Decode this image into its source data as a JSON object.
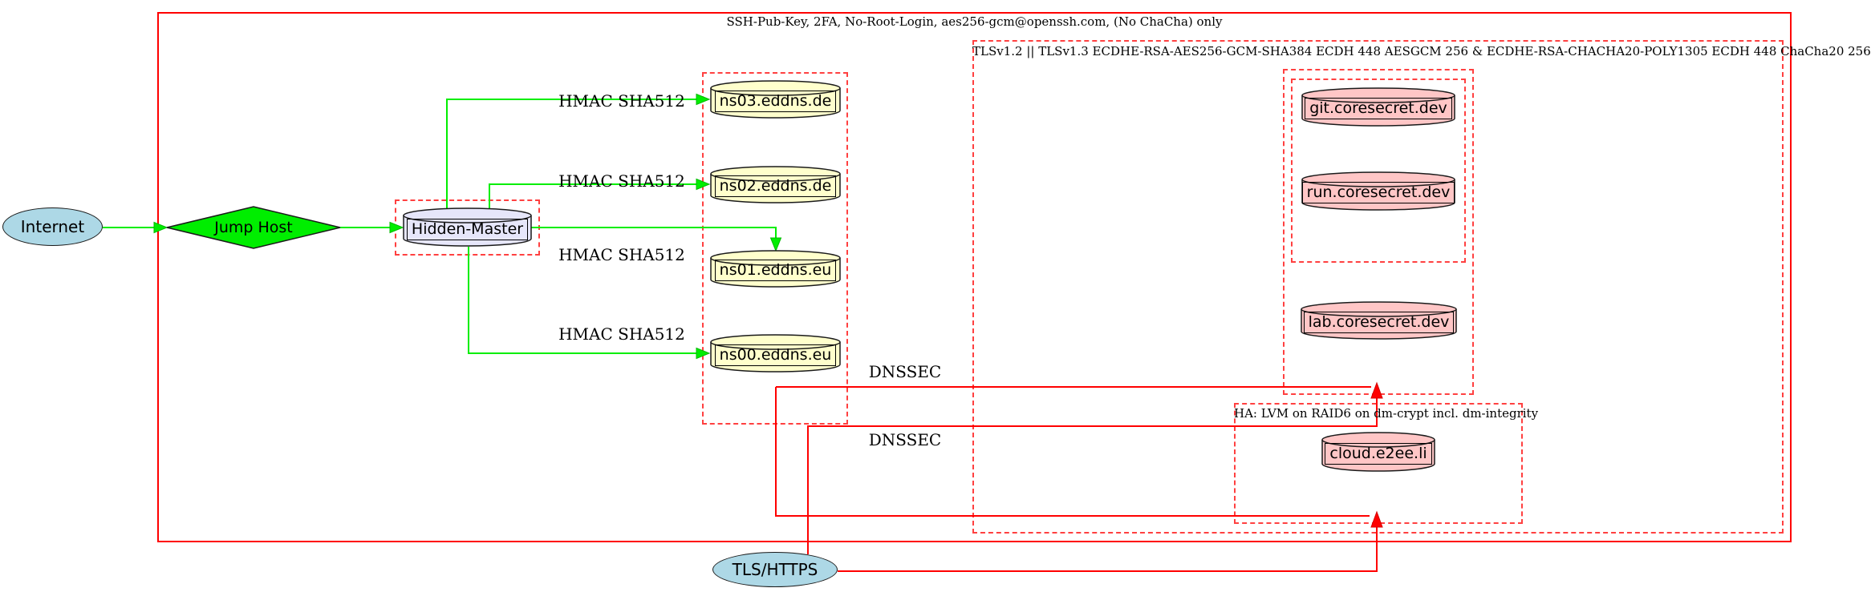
{
  "clusters": {
    "ssh": {
      "label": "SSH-Pub-Key, 2FA, No-Root-Login, aes256-gcm@openssh.com, (No ChaCha) only"
    },
    "tls": {
      "label": "TLSv1.2 || TLSv1.3 ECDHE-RSA-AES256-GCM-SHA384 ECDH 448 AESGCM 256 & ECDHE-RSA-CHACHA20-POLY1305 ECDH 448 ChaCha20 256"
    },
    "ha": {
      "label": "HA: LVM on RAID6 on dm-crypt incl. dm-integrity"
    }
  },
  "nodes": {
    "internet": {
      "label": "Internet",
      "fill": "#add8e6",
      "shape": "ellipse"
    },
    "jump_host": {
      "label": "Jump Host",
      "fill": "#00ee00",
      "shape": "diamond"
    },
    "hidden_master": {
      "label": "Hidden-Master",
      "fill": "#e6e6fa",
      "shape": "cylinder"
    },
    "ns03": {
      "label": "ns03.eddns.de",
      "fill": "#ffffcc",
      "shape": "cylinder"
    },
    "ns02": {
      "label": "ns02.eddns.de",
      "fill": "#ffffcc",
      "shape": "cylinder"
    },
    "ns01": {
      "label": "ns01.eddns.eu",
      "fill": "#ffffcc",
      "shape": "cylinder"
    },
    "ns00": {
      "label": "ns00.eddns.eu",
      "fill": "#ffffcc",
      "shape": "cylinder"
    },
    "git": {
      "label": "git.coresecret.dev",
      "fill": "#ffc6c6",
      "shape": "cylinder"
    },
    "run": {
      "label": "run.coresecret.dev",
      "fill": "#ffc6c6",
      "shape": "cylinder"
    },
    "lab": {
      "label": "lab.coresecret.dev",
      "fill": "#ffc6c6",
      "shape": "cylinder"
    },
    "cloud": {
      "label": "cloud.e2ee.li",
      "fill": "#ffc6c6",
      "shape": "cylinder"
    },
    "tls_https": {
      "label": "TLS/HTTPS",
      "fill": "#add8e6",
      "shape": "ellipse"
    }
  },
  "edge_labels": {
    "hmac": "HMAC SHA512",
    "dnssec": "DNSSEC"
  },
  "colors": {
    "secure_edge_green": "#00ee00",
    "tls_edge_red": "#ff0000",
    "cluster_border_red_dashed": "#ff4040",
    "perimeter_border_red_solid": "#ff0000",
    "node_outline": "#1a1a1a"
  }
}
